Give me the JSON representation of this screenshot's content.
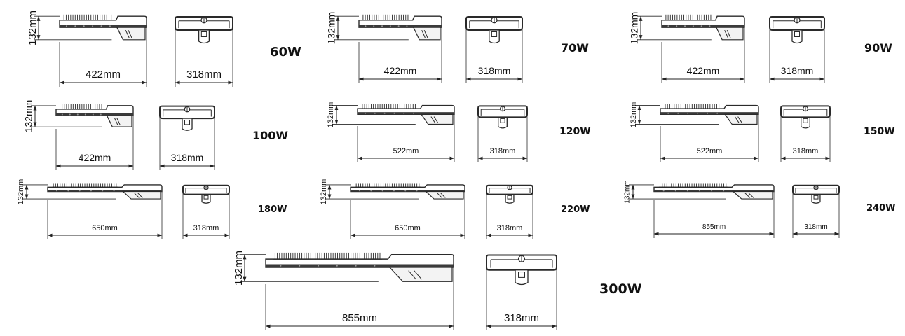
{
  "variants": [
    {
      "wattage": "60W",
      "height_label": "132mm",
      "length_label": "422mm",
      "width_label": "318mm"
    },
    {
      "wattage": "70W",
      "height_label": "132mm",
      "length_label": "422mm",
      "width_label": "318mm"
    },
    {
      "wattage": "90W",
      "height_label": "132mm",
      "length_label": "422mm",
      "width_label": "318mm"
    },
    {
      "wattage": "100W",
      "height_label": "132mm",
      "length_label": "422mm",
      "width_label": "318mm"
    },
    {
      "wattage": "120W",
      "height_label": "132mm",
      "length_label": "522mm",
      "width_label": "318mm"
    },
    {
      "wattage": "150W",
      "height_label": "132mm",
      "length_label": "522mm",
      "width_label": "318mm"
    },
    {
      "wattage": "180W",
      "height_label": "132mm",
      "length_label": "650mm",
      "width_label": "318mm"
    },
    {
      "wattage": "220W",
      "height_label": "132mm",
      "length_label": "650mm",
      "width_label": "318mm"
    },
    {
      "wattage": "240W",
      "height_label": "132mm",
      "length_label": "855mm",
      "width_label": "318mm"
    },
    {
      "wattage": "300W",
      "height_label": "132mm",
      "length_label": "855mm",
      "width_label": "318mm"
    }
  ]
}
